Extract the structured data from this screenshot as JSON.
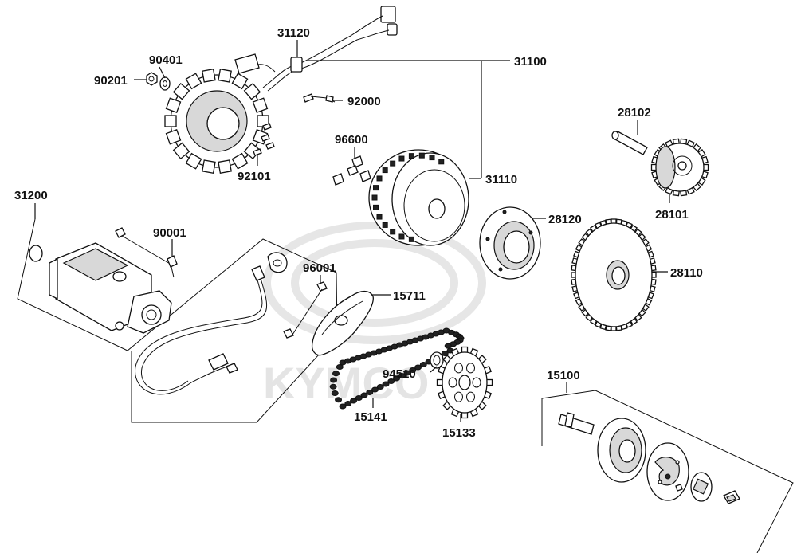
{
  "watermark": {
    "text": "KYMCO"
  },
  "part_numbers": {
    "p31120": "31120",
    "p90401": "90401",
    "p90201": "90201",
    "p31100": "31100",
    "p92000": "92000",
    "p96600": "96600",
    "p92101": "92101",
    "p28102": "28102",
    "p31110": "31110",
    "p28101": "28101",
    "p31200": "31200",
    "p28120": "28120",
    "p90001": "90001",
    "p96001": "96001",
    "p28110": "28110",
    "p15711": "15711",
    "p94510": "94510",
    "p15100": "15100",
    "p15141": "15141",
    "p15133": "15133"
  }
}
